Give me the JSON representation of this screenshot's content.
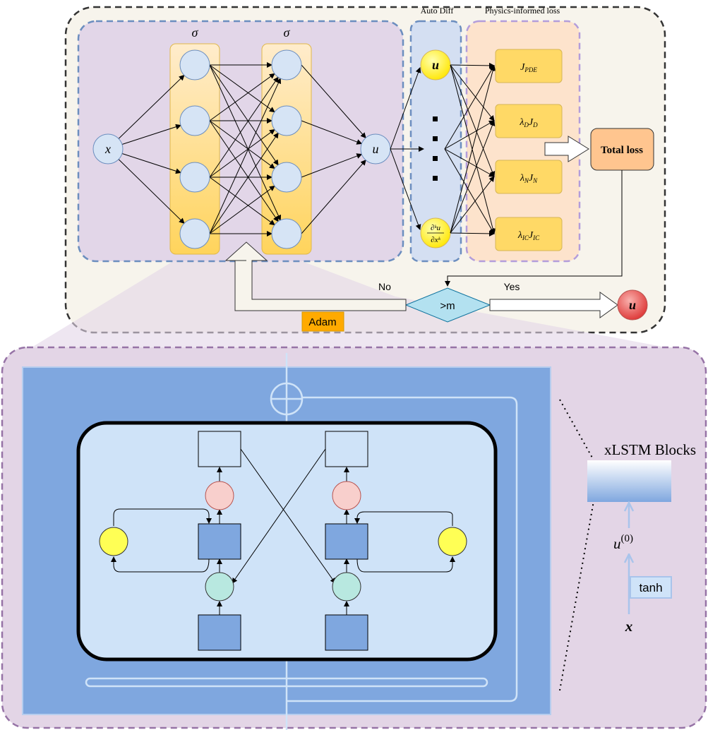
{
  "top": {
    "sigma_label_1": "σ",
    "sigma_label_2": "σ",
    "input_node": "x",
    "output_node": "u",
    "autodiff_title": "Auto Diff",
    "autodiff_u": "u",
    "autodiff_dots": "⋮",
    "physics_title": "Physics-informed loss",
    "loss_terms": [
      {
        "main": "J",
        "sub": "PDE",
        "prefix": "",
        "prefix_sub": ""
      },
      {
        "main": "J",
        "sub": "D",
        "prefix": "λ",
        "prefix_sub": "D"
      },
      {
        "main": "J",
        "sub": "N",
        "prefix": "λ",
        "prefix_sub": "N"
      },
      {
        "main": "J",
        "sub": "IC",
        "prefix": "λ",
        "prefix_sub": "IC"
      }
    ],
    "total_loss": "Total loss",
    "decision": ">m",
    "no_label": "No",
    "yes_label": "Yes",
    "adam_label": "Adam",
    "result_node": "u",
    "deriv_num": "∂ᵏu",
    "deriv_den": "∂xᵏ"
  },
  "bottom": {
    "blocks_label": "xLSTM Blocks",
    "u0_label": "u",
    "u0_sup": "(0)",
    "tanh_label": "tanh",
    "x_label": "x"
  },
  "colors": {
    "outer_bg": "#f7f4ec",
    "nn_bg": "#e2d6e8",
    "layer_fill": "#ffd86a",
    "node_fill": "#d6e4f5",
    "node_stroke": "#6c8ebf",
    "autodiff_bg": "#d4dff2",
    "yellow_node": "#ffff33",
    "physics_bg": "#fde3cc",
    "loss_box": "#ffd966",
    "total_loss": "#ffc58f",
    "decision_fill": "#b3e1f0",
    "adam": "#ffaa00",
    "red_node": "#e44a4a",
    "bottom_bg": "#e3d5e6",
    "block_outer": "#7fa7df",
    "block_inner": "#cfe3f8",
    "pink_node": "#f8cfcc",
    "teal_node": "#b8e8e0",
    "blue_box": "#7fa7df"
  }
}
